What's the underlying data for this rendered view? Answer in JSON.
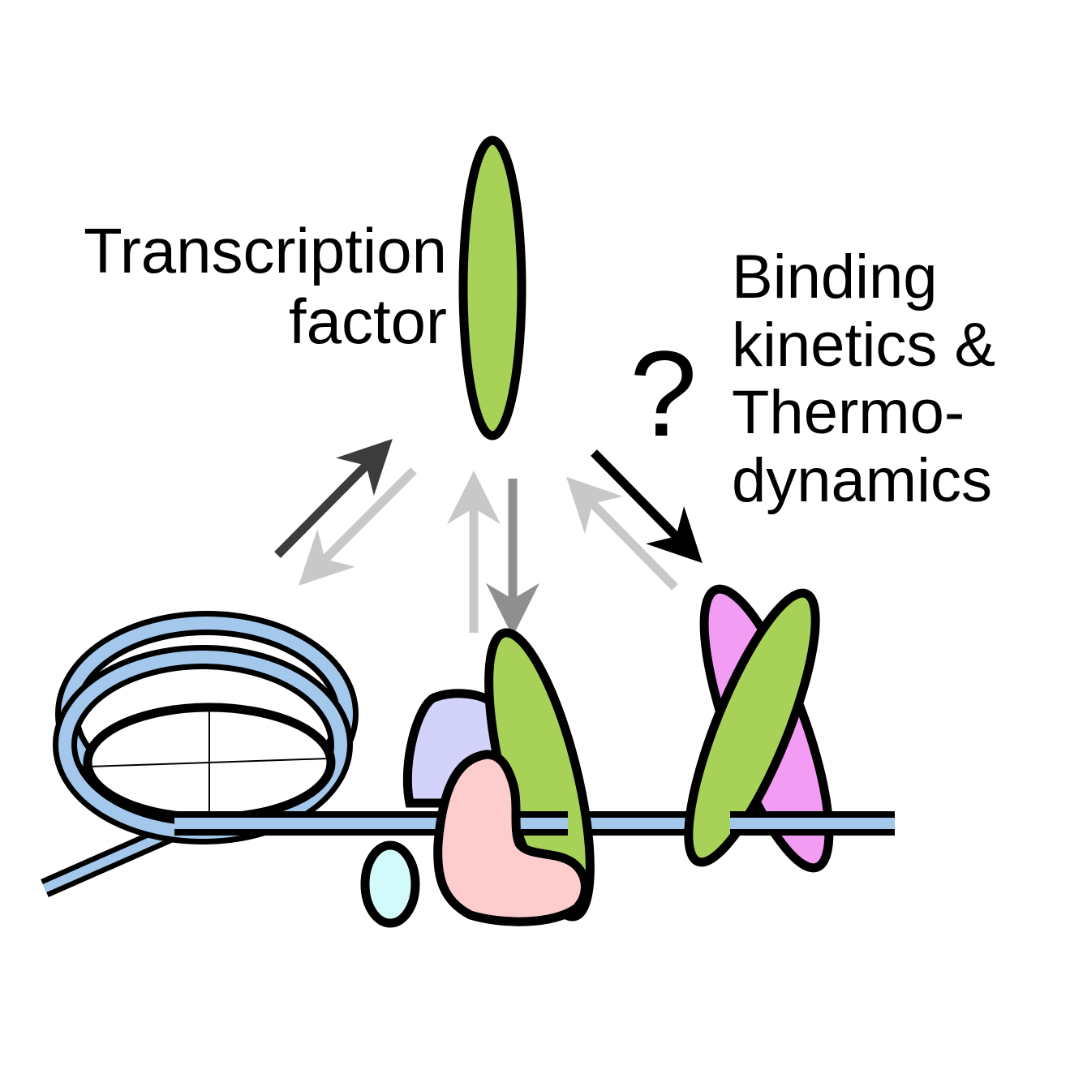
{
  "labels": {
    "transcription_factor": [
      "Transcription",
      "factor"
    ],
    "binding_kinetics": [
      "Binding",
      "kinetics &",
      "Thermo-",
      "dynamics"
    ],
    "question_mark": "?"
  },
  "colors": {
    "transcription_factor_green": "#a8d158",
    "dna_blue": "#a4c8ec",
    "partner_magenta": "#f39cf3",
    "polymerase_pink": "#fdcdcd",
    "cofactor_lavender": "#d2d2fb",
    "small_protein_cyan": "#d2fafa",
    "arrow_dark": "#3c3c3c",
    "arrow_mid": "#8f8f8f",
    "arrow_light": "#c8c8c8",
    "outline": "#000000"
  }
}
